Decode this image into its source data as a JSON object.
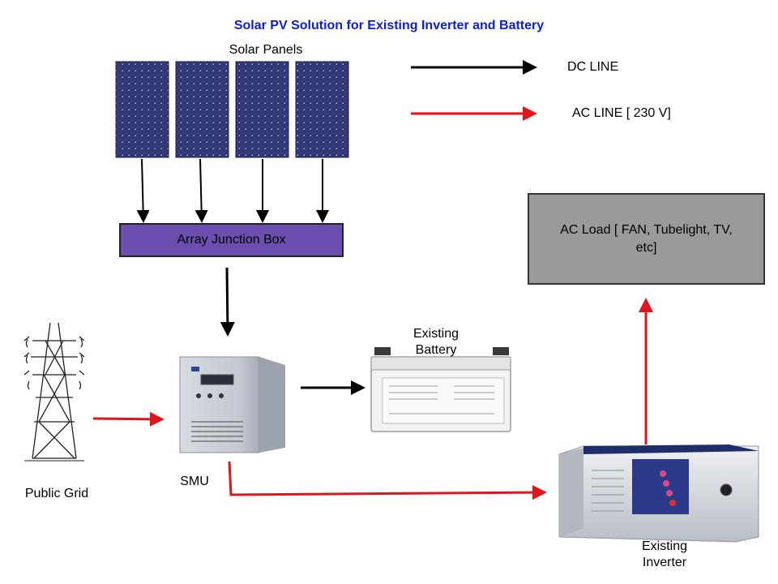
{
  "title": "Solar PV Solution for Existing Inverter and Battery",
  "colors": {
    "title": "#1020c8",
    "dc_line": "#000000",
    "ac_line": "#e0141c",
    "junction_fill": "#6a4fb0",
    "load_fill": "#9a9a9a",
    "panel_fill": "#2b3168"
  },
  "legend": {
    "dc_label": "DC LINE",
    "ac_label": "AC LINE [ 230 V]"
  },
  "nodes": {
    "solar_panels": {
      "label": "Solar Panels",
      "count": 4
    },
    "junction_box": {
      "label": "Array Junction Box"
    },
    "public_grid": {
      "label": "Public Grid"
    },
    "smu": {
      "label": "SMU"
    },
    "battery": {
      "label": "Existing Battery"
    },
    "inverter": {
      "label": "Existing Inverter"
    },
    "ac_load": {
      "label": "AC Load [ FAN, Tubelight, TV, etc]"
    }
  }
}
